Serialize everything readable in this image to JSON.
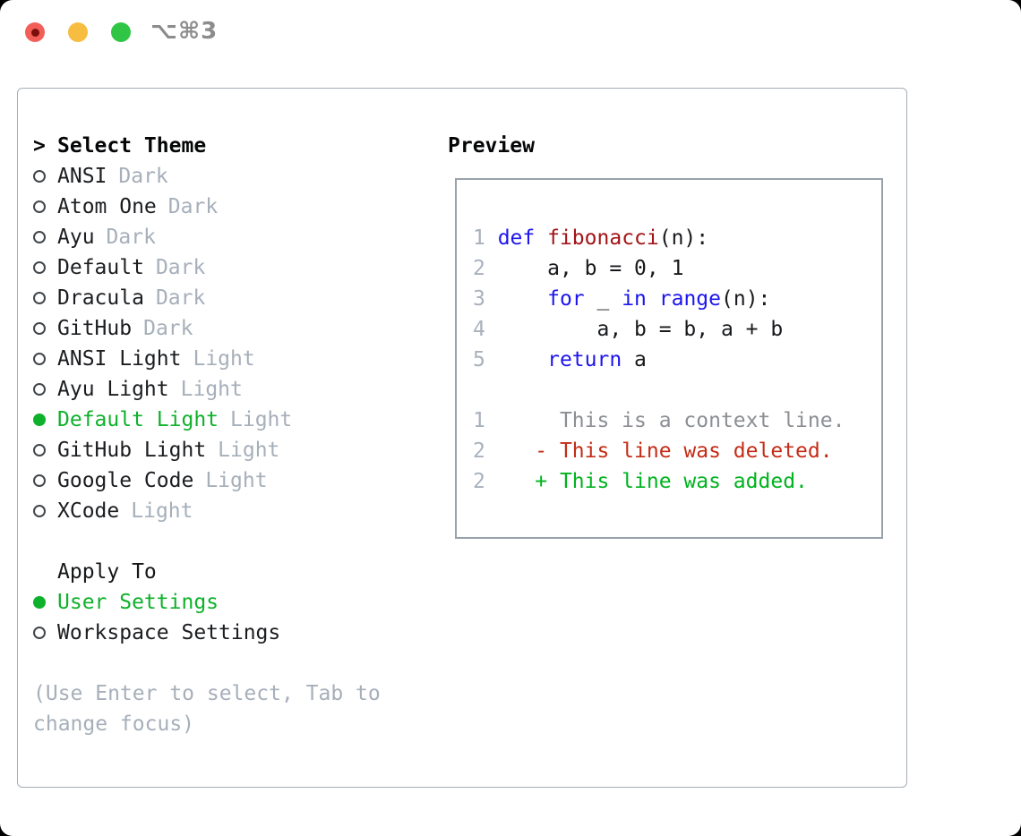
{
  "window": {
    "title": "⌥⌘3"
  },
  "theme_picker": {
    "prompt": ">",
    "title": "Select Theme",
    "items": [
      {
        "name": "ANSI",
        "tag": "Dark",
        "selected": false
      },
      {
        "name": "Atom One",
        "tag": "Dark",
        "selected": false
      },
      {
        "name": "Ayu",
        "tag": "Dark",
        "selected": false
      },
      {
        "name": "Default",
        "tag": "Dark",
        "selected": false
      },
      {
        "name": "Dracula",
        "tag": "Dark",
        "selected": false
      },
      {
        "name": "GitHub",
        "tag": "Dark",
        "selected": false
      },
      {
        "name": "ANSI Light",
        "tag": "Light",
        "selected": false
      },
      {
        "name": "Ayu Light",
        "tag": "Light",
        "selected": false
      },
      {
        "name": "Default Light",
        "tag": "Light",
        "selected": true
      },
      {
        "name": "GitHub Light",
        "tag": "Light",
        "selected": false
      },
      {
        "name": "Google Code",
        "tag": "Light",
        "selected": false
      },
      {
        "name": "XCode",
        "tag": "Light",
        "selected": false
      }
    ]
  },
  "apply_to": {
    "title": "Apply To",
    "options": [
      {
        "name": "User Settings",
        "selected": true
      },
      {
        "name": "Workspace Settings",
        "selected": false
      }
    ]
  },
  "hint": "(Use Enter to select, Tab to change focus)",
  "preview": {
    "title": "Preview",
    "lines": [
      [
        [
          "ln",
          "1 "
        ],
        [
          "kw",
          "def"
        ],
        [
          "pl",
          " "
        ],
        [
          "fn",
          "fibonacci"
        ],
        [
          "pl",
          "(n):"
        ]
      ],
      [
        [
          "ln",
          "2 "
        ],
        [
          "pl",
          "    a, b = 0, 1"
        ]
      ],
      [
        [
          "ln",
          "3 "
        ],
        [
          "pl",
          "    "
        ],
        [
          "kw",
          "for"
        ],
        [
          "pl",
          " _ "
        ],
        [
          "kw",
          "in"
        ],
        [
          "pl",
          " "
        ],
        [
          "kw",
          "range"
        ],
        [
          "pl",
          "(n):"
        ]
      ],
      [
        [
          "ln",
          "4 "
        ],
        [
          "pl",
          "        a, b = b, a + b"
        ]
      ],
      [
        [
          "ln",
          "5 "
        ],
        [
          "pl",
          "    "
        ],
        [
          "kw",
          "return"
        ],
        [
          "pl",
          " a"
        ]
      ],
      [],
      [
        [
          "ln",
          "1"
        ],
        [
          "ctx",
          "      This is a context line."
        ]
      ],
      [
        [
          "ln",
          "2"
        ],
        [
          "del",
          "    - This line was deleted."
        ]
      ],
      [
        [
          "ln",
          "2"
        ],
        [
          "add",
          "    + This line was added."
        ]
      ]
    ]
  },
  "colors": {
    "selection_green": "#0eb12b",
    "diff_added_green": "#00b31f",
    "diff_deleted_red": "#c42c17",
    "keyword_blue": "#1d15ec",
    "function_red": "#a21418",
    "line_number_gray": "#a8b1bc",
    "context_gray": "#8b8f93",
    "tag_gray": "#a6afba",
    "panel_border": "#a6adb7",
    "traffic_red": "#f25f58",
    "traffic_yellow": "#f7bd40",
    "traffic_green": "#31c546"
  }
}
